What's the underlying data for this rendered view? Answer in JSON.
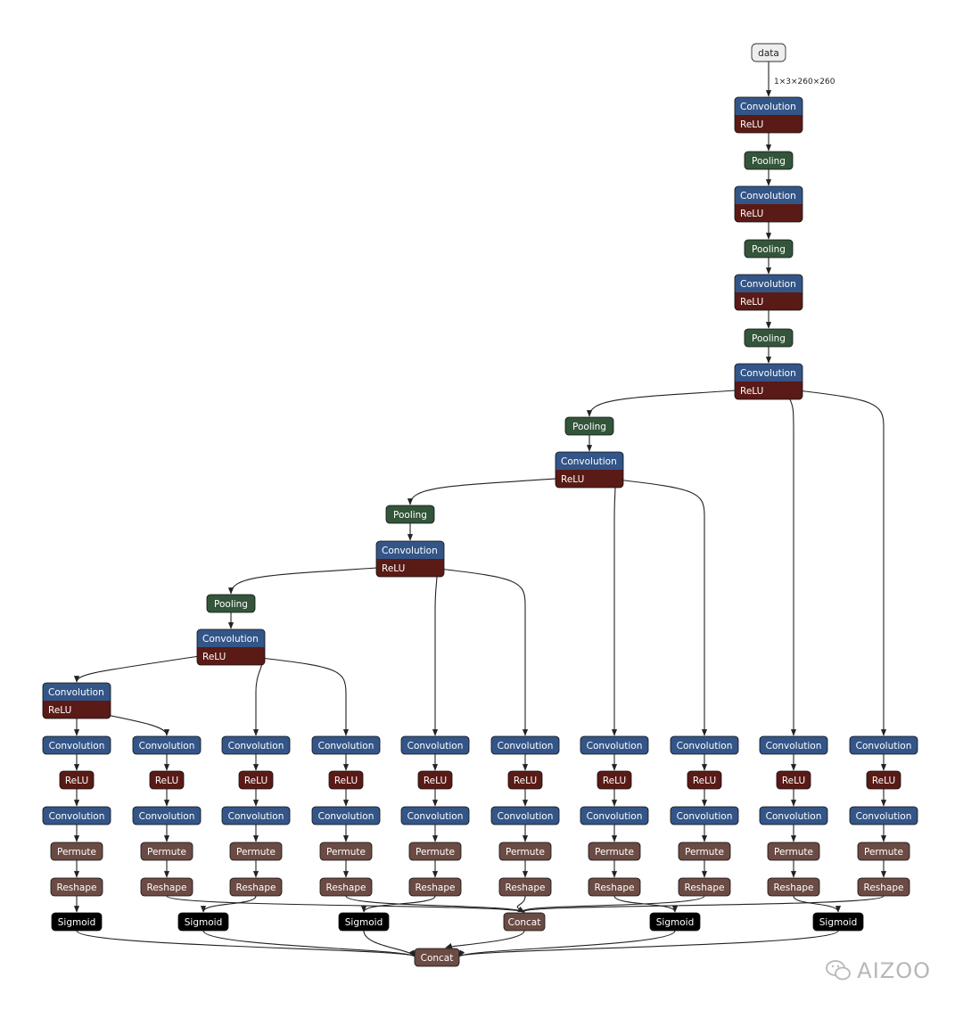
{
  "graph": {
    "input_node": "data",
    "input_shape": "1×3×260×260",
    "labels": {
      "convolution": "Convolution",
      "relu": "ReLU",
      "pooling": "Pooling",
      "permute": "Permute",
      "reshape": "Reshape",
      "sigmoid": "Sigmoid",
      "concat": "Concat"
    },
    "colors": {
      "convolution": "#335588",
      "relu": "#5a1a16",
      "pooling": "#33553a",
      "tensor_ops": "#6b4b43",
      "input_fill": "#eeeeee",
      "edge": "#222222"
    }
  },
  "watermark": {
    "text": "AIZOO",
    "icon": "wechat-icon"
  }
}
